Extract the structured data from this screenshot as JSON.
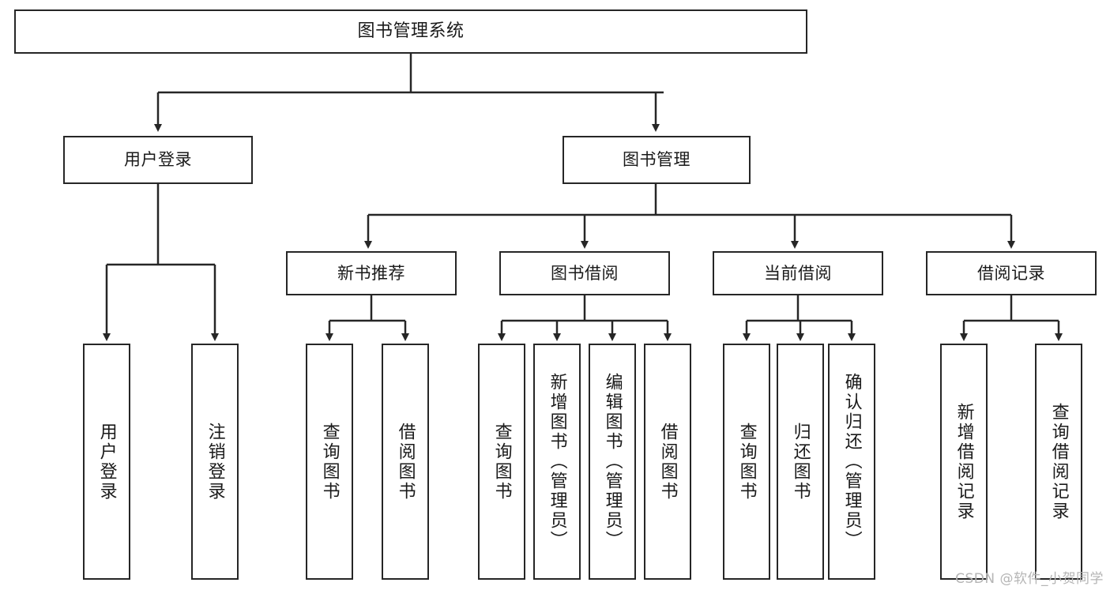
{
  "diagram": {
    "type": "tree",
    "title": "图书管理系统",
    "edge_color": "#262626",
    "box_border_color": "#262626",
    "box_fill_color": "#ffffff",
    "background_color": "#ffffff",
    "watermark": "CSDN @软件_小贺同学",
    "nodes": {
      "root": {
        "label": "图书管理系统"
      },
      "l2": [
        {
          "label": "用户登录"
        },
        {
          "label": "图书管理"
        }
      ],
      "l3": [
        {
          "label": "新书推荐"
        },
        {
          "label": "图书借阅"
        },
        {
          "label": "当前借阅"
        },
        {
          "label": "借阅记录"
        }
      ],
      "leaves_user_login": [
        {
          "label": "用户登录"
        },
        {
          "label": "注销登录"
        }
      ],
      "leaves_new_book": [
        {
          "label": "查询图书"
        },
        {
          "label": "借阅图书"
        }
      ],
      "leaves_borrow": [
        {
          "label": "查询图书"
        },
        {
          "label": "新增图书（管理员）"
        },
        {
          "label": "编辑图书（管理员）"
        },
        {
          "label": "借阅图书"
        }
      ],
      "leaves_current": [
        {
          "label": "查询图书"
        },
        {
          "label": "归还图书"
        },
        {
          "label": "确认归还（管理员）"
        }
      ],
      "leaves_record": [
        {
          "label": "新增借阅记录"
        },
        {
          "label": "查询借阅记录"
        }
      ]
    }
  }
}
